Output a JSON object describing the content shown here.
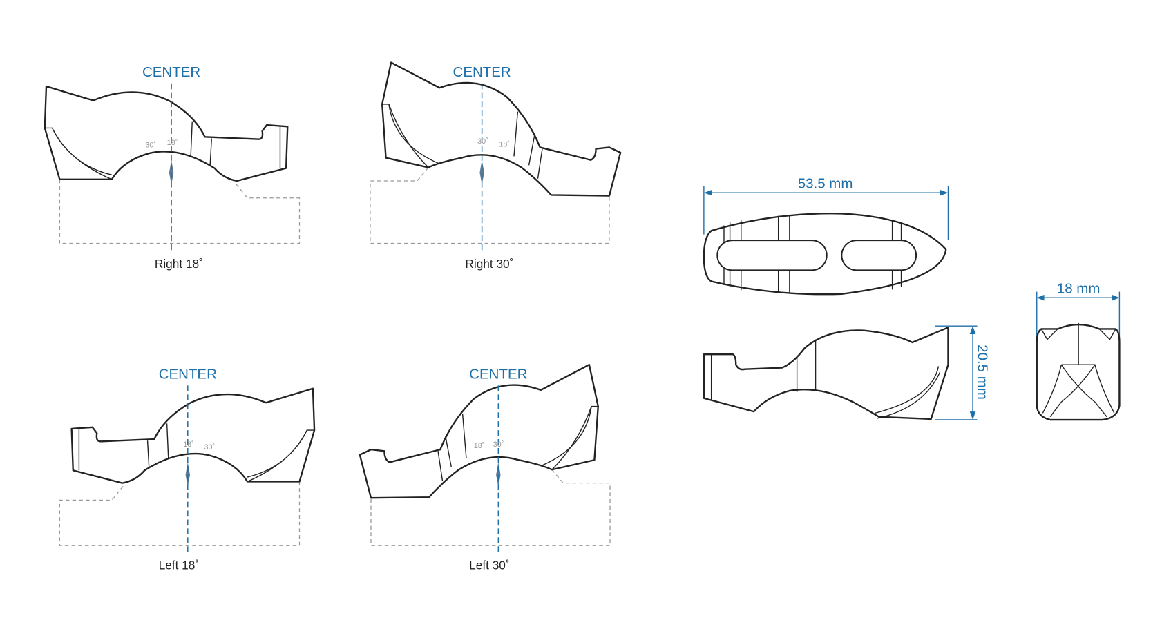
{
  "views": [
    {
      "center_label": "CENTER",
      "caption": "Right 18˚",
      "marks": [
        "30˚",
        "18˚"
      ]
    },
    {
      "center_label": "CENTER",
      "caption": "Right 30˚",
      "marks": [
        "30˚",
        "18˚"
      ]
    },
    {
      "center_label": "CENTER",
      "caption": "Left 18˚",
      "marks": [
        "18˚",
        "30˚"
      ]
    },
    {
      "center_label": "CENTER",
      "caption": "Left 30˚",
      "marks": [
        "18˚",
        "30˚"
      ]
    }
  ],
  "dimensions": {
    "length": "53.5 mm",
    "height": "20.5 mm",
    "width": "18 mm"
  },
  "colors": {
    "accent": "#1f6fa8",
    "outline": "#222222"
  }
}
